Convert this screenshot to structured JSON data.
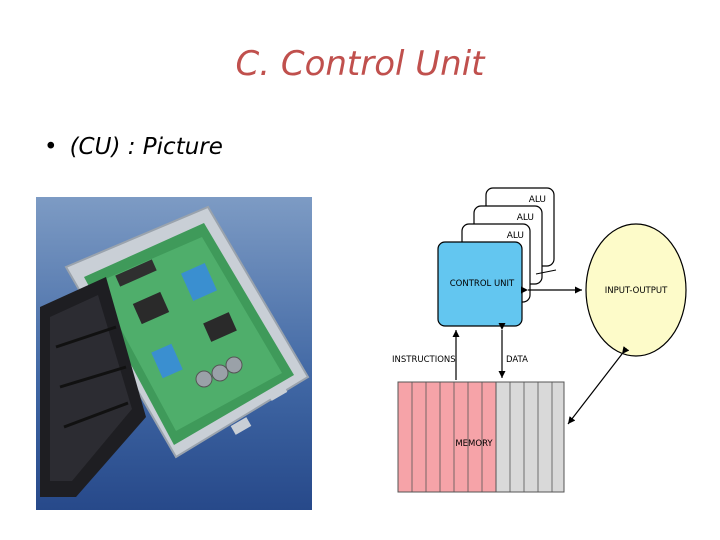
{
  "slide": {
    "title": "C. Control Unit",
    "bullet": "(CU) : Picture"
  },
  "diagram": {
    "alu_labels": [
      "ALU",
      "ALU",
      "ALU"
    ],
    "control_unit": "CONTROL UNIT",
    "input_output": "INPUT-OUTPUT",
    "instructions": "INSTRUCTIONS",
    "data": "DATA",
    "memory": "MEMORY"
  },
  "colors": {
    "title": "#c0504d",
    "control_unit_fill": "#63c6f0",
    "io_fill": "#fdfbc9",
    "memory_pink": "#f6a3a8",
    "memory_gray": "#d9d9d9"
  }
}
